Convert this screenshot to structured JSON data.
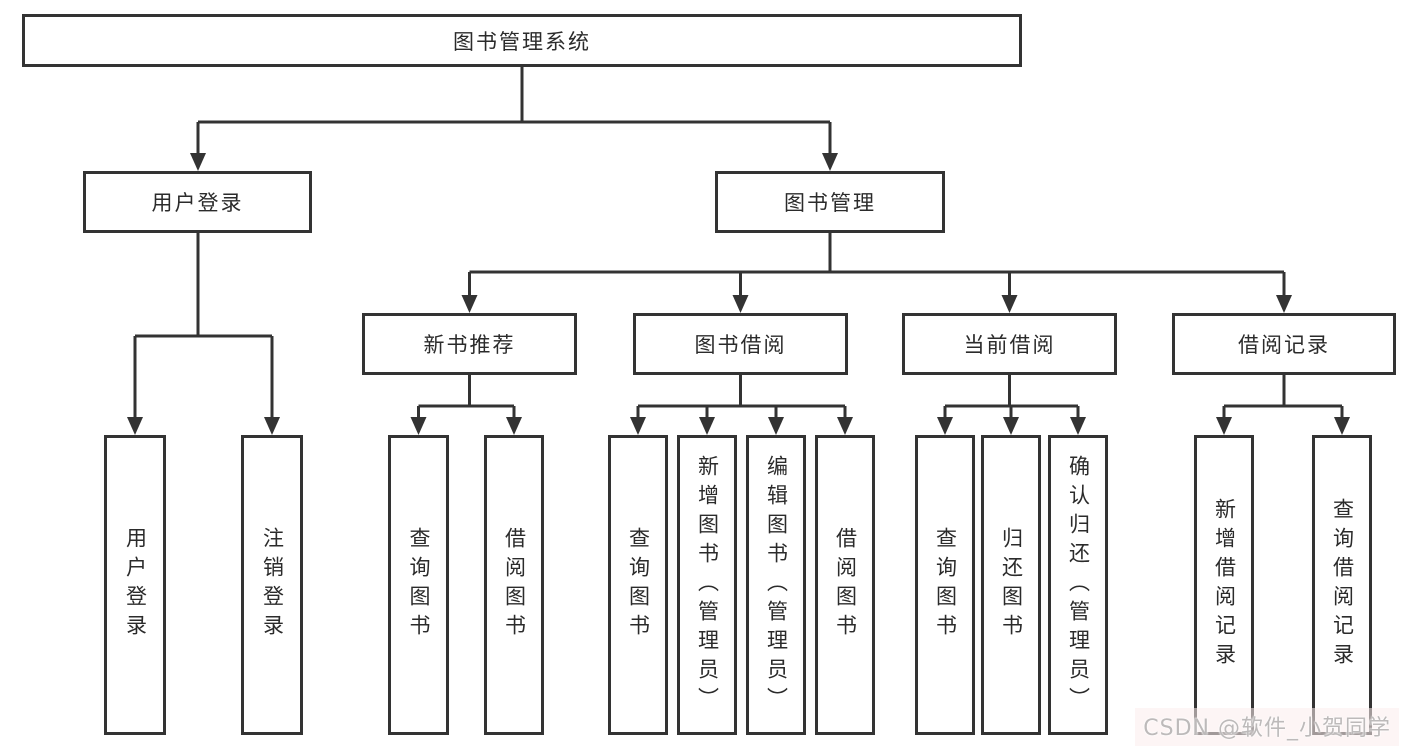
{
  "nodes": {
    "root": "图书管理系统",
    "user_login": "用户登录",
    "book_management": "图书管理",
    "new_book_recommend": "新书推荐",
    "book_borrow": "图书借阅",
    "current_borrow": "当前借阅",
    "borrow_records": "借阅记录",
    "leaf_user_login": "用户登录",
    "leaf_logout": "注销登录",
    "leaf_rec_query": "查询图书",
    "leaf_rec_borrow": "借阅图书",
    "leaf_bb_query": "查询图书",
    "leaf_bb_add": "新增图书（管理员）",
    "leaf_bb_edit": "编辑图书（管理员）",
    "leaf_bb_borrow": "借阅图书",
    "leaf_cb_query": "查询图书",
    "leaf_cb_return": "归还图书",
    "leaf_cb_confirm": "确认归还（管理员）",
    "leaf_br_add": "新增借阅记录",
    "leaf_br_query": "查询借阅记录"
  },
  "watermark": "CSDN @软件_小贺同学",
  "colors": {
    "line": "#333333",
    "text": "#2b2b2b",
    "watermark_text": "#bdbaba",
    "background": "#ffffff"
  }
}
